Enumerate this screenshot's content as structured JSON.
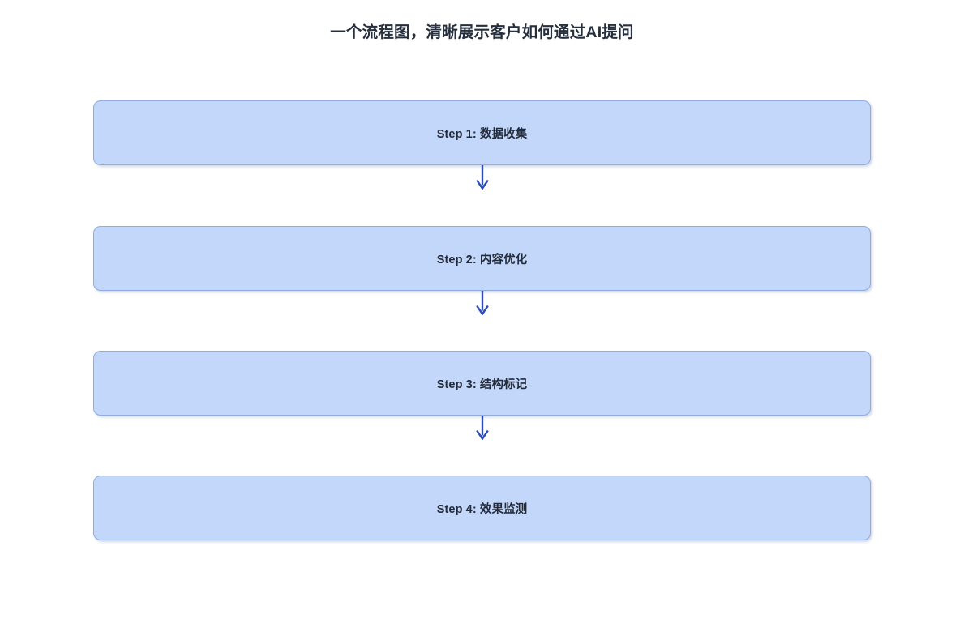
{
  "page": {
    "title": "一个流程图，清晰展示客户如何通过AI提问",
    "background_color": "#ffffff"
  },
  "theme": {
    "title_color": "#262f3d",
    "node_fill": "#c3d7fa",
    "node_border": "#8fabdf",
    "node_text_color": "#232b3b",
    "arrow_color": "#2b4cb8"
  },
  "chart_data": {
    "type": "diagram",
    "diagram_type": "flowchart",
    "orientation": "top-to-bottom",
    "title": "一个流程图，清晰展示客户如何通过AI提问",
    "nodes": [
      {
        "id": "step1",
        "label": "Step 1: 数据收集",
        "shape": "rounded-rectangle"
      },
      {
        "id": "step2",
        "label": "Step 2: 内容优化",
        "shape": "rounded-rectangle"
      },
      {
        "id": "step3",
        "label": "Step 3: 结构标记",
        "shape": "rounded-rectangle"
      },
      {
        "id": "step4",
        "label": "Step 4: 效果监测",
        "shape": "rounded-rectangle"
      }
    ],
    "edges": [
      {
        "from": "step1",
        "to": "step2",
        "label": "",
        "arrow": "down"
      },
      {
        "from": "step2",
        "to": "step3",
        "label": "",
        "arrow": "down"
      },
      {
        "from": "step3",
        "to": "step4",
        "label": "",
        "arrow": "down"
      }
    ]
  }
}
